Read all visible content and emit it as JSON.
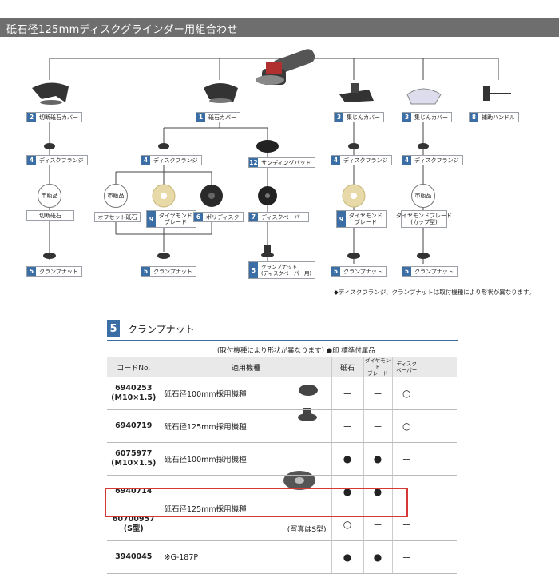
{
  "header": {
    "title": "砥石径125mmディスクグラインダー用組合わせ"
  },
  "diagram": {
    "labels": [
      {
        "num": "2",
        "text": "切断砥石カバー"
      },
      {
        "num": "1",
        "text": "砥石カバー"
      },
      {
        "num": "3",
        "text": "集じんカバー"
      },
      {
        "num": "3",
        "text": "集じんカバー"
      },
      {
        "num": "8",
        "text": "補助ハンドル"
      },
      {
        "num": "4",
        "text": "ディスクフランジ"
      },
      {
        "num": "4",
        "text": "ディスクフランジ"
      },
      {
        "num": "12",
        "text": "サンディングパッド"
      },
      {
        "num": "4",
        "text": "ディスクフランジ"
      },
      {
        "num": "4",
        "text": "ディスクフランジ"
      },
      {
        "num": "9",
        "text": "ダイヤモンド",
        "text2": "ブレード"
      },
      {
        "num": "6",
        "text": "ポリディスク"
      },
      {
        "num": "7",
        "text": "ディスクペーパー"
      },
      {
        "num": "9",
        "text": "ダイヤモンド",
        "text2": "ブレード"
      },
      {
        "num": "5",
        "text": "クランプナット"
      },
      {
        "num": "5",
        "text": "クランプナット"
      },
      {
        "num": "5",
        "text": "クランプナット",
        "text2": "(ディスクペーパー用)"
      },
      {
        "num": "5",
        "text": "クランプナット"
      },
      {
        "num": "5",
        "text": "クランプナット"
      }
    ],
    "plain_labels": [
      "切断砥石",
      "オフセット砥石",
      "ダイヤモンドブレード",
      "(カップ型)"
    ],
    "ichiba": [
      "市販品",
      "市販品",
      "市販品"
    ],
    "note": "◆ディスクフランジ、クランプナットは取付機種により形状が異なります。"
  },
  "section": {
    "num": "5",
    "title": "クランプナット",
    "note": "(取付機種により形状が異なります) ●印 標準付属品"
  },
  "table": {
    "headers": {
      "code": "コードNo.",
      "model": "適用機種",
      "c1": "砥石",
      "c2a": "ダイヤモンド",
      "c2b": "ブレード",
      "c3a": "ディスク",
      "c3b": "ペーパー"
    },
    "rows": [
      {
        "code": "6940253",
        "code2": "(M10×1.5)",
        "model": "砥石径100mm採用機種",
        "c1": "－",
        "c2": "－",
        "c3": "○"
      },
      {
        "code": "6940719",
        "code2": "",
        "model": "砥石径125mm採用機種",
        "c1": "－",
        "c2": "－",
        "c3": "○"
      },
      {
        "code": "6075977",
        "code2": "(M10×1.5)",
        "model": "砥石径100mm採用機種",
        "c1": "●",
        "c2": "●",
        "c3": "－"
      },
      {
        "code": "6940714",
        "code2": "",
        "model": "",
        "c1": "●",
        "c2": "●",
        "c3": "－"
      },
      {
        "code": "60700957",
        "code2": "(S型)",
        "model": "",
        "c1": "○",
        "c2": "－",
        "c3": "－"
      },
      {
        "code": "3940045",
        "code2": "",
        "model": "※G-187P",
        "c1": "●",
        "c2": "●",
        "c3": "－"
      }
    ],
    "merged_model": "砥石径125mm採用機種",
    "photo_note": "(写真はS型)"
  },
  "colors": {
    "accent": "#3a6ea5",
    "highlight": "#d63838",
    "header_bg": "#6e6e6e"
  }
}
